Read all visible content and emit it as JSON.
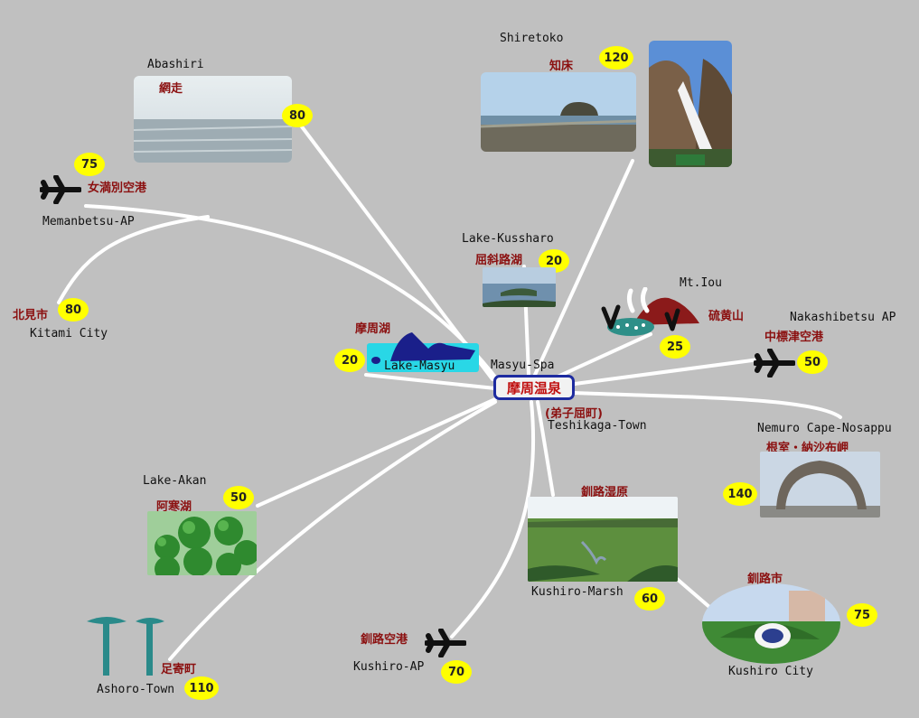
{
  "center": {
    "name_en": "Masyu-Spa",
    "name_jp": "摩周温泉",
    "town_jp": "(弟子屈町)",
    "town_en": "Teshikaga-Town"
  },
  "places": {
    "abashiri": {
      "en": "Abashiri",
      "jp": "網走",
      "dist": "80"
    },
    "shiretoko": {
      "en": "Shiretoko",
      "jp": "知床",
      "dist": "120"
    },
    "memanbetsu": {
      "en": "Memanbetsu-AP",
      "jp": "女満別空港",
      "dist": "75"
    },
    "kitami": {
      "en": "Kitami City",
      "jp": "北見市",
      "dist": "80"
    },
    "kussharo": {
      "en": "Lake-Kussharo",
      "jp": "屈斜路湖",
      "dist": "20"
    },
    "iou": {
      "en": "Mt.Iou",
      "jp": "硫黄山",
      "dist": "25"
    },
    "nakashibetsu": {
      "en": "Nakashibetsu AP",
      "jp": "中標津空港",
      "dist": "50"
    },
    "masyu": {
      "en": "Lake-Masyu",
      "jp": "摩周湖",
      "dist": "20"
    },
    "nemuro": {
      "en": "Nemuro  Cape-Nosappu",
      "jp": "根室・納沙布岬",
      "dist": "140"
    },
    "akan": {
      "en": "Lake-Akan",
      "jp": "阿寒湖",
      "dist": "50"
    },
    "marsh": {
      "en": "Kushiro-Marsh",
      "jp": "釧路湿原",
      "dist": "60"
    },
    "kushiro": {
      "en": "Kushiro City",
      "jp": "釧路市",
      "dist": "75"
    },
    "kushiroap": {
      "en": "Kushiro-AP",
      "jp": "釧路空港",
      "dist": "70"
    },
    "ashoro": {
      "en": "Ashoro-Town",
      "jp": "足寄町",
      "dist": "110"
    }
  },
  "icons": [
    "airplane-icon",
    "mountain-icon",
    "lake-icon",
    "monument-icon"
  ],
  "colors": {
    "background": "#c0c0c0",
    "route": "#ffffff",
    "badge": "#ffff00",
    "jp_text": "#8b1010",
    "center_border": "#1d2ba0"
  }
}
